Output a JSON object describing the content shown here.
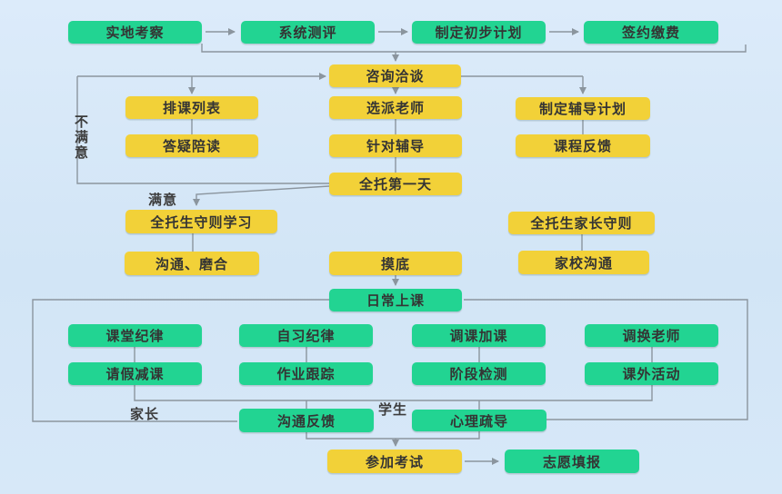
{
  "diagram": {
    "type": "flowchart",
    "colors": {
      "background": "#d4e6f6",
      "node_green": "#22d492",
      "node_yellow": "#f2d138",
      "connector": "#8b959e",
      "text": "#343434"
    },
    "nodes": {
      "site_visit": "实地考察",
      "system_assessment": "系统测评",
      "initial_plan": "制定初步计划",
      "sign_and_pay": "签约缴费",
      "consultation": "咨询洽谈",
      "schedule_list": "排课列表",
      "assign_teacher": "选派老师",
      "tutoring_plan": "制定辅导计划",
      "qa_accompany": "答疑陪读",
      "targeted_tutoring": "针对辅导",
      "course_feedback": "课程反馈",
      "first_day": "全托第一天",
      "student_rules_study": "全托生守则学习",
      "communicate_adapt": "沟通、磨合",
      "baseline_test": "摸底",
      "parent_rules": "全托生家长守则",
      "home_school_communication": "家校沟通",
      "daily_classes": "日常上课",
      "class_discipline": "课堂纪律",
      "self_study_discipline": "自习纪律",
      "class_adjustment": "调课加课",
      "teacher_change": "调换老师",
      "leave_reduction": "请假减课",
      "homework_tracking": "作业跟踪",
      "stage_testing": "阶段检测",
      "extracurricular": "课外活动",
      "communication_feedback": "沟通反馈",
      "counseling": "心理疏导",
      "take_exam": "参加考试",
      "application_filling": "志愿填报"
    },
    "edge_labels": {
      "dissatisfied": "不满意",
      "satisfied": "满意",
      "parent": "家长",
      "student": "学生"
    }
  }
}
